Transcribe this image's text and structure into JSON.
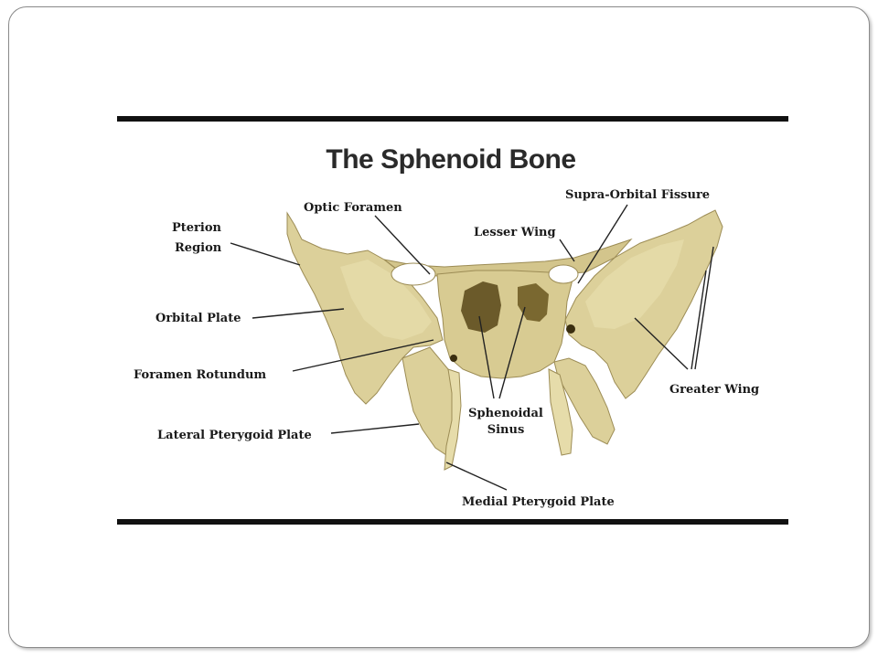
{
  "title": "The Sphenoid Bone",
  "colors": {
    "bone": "#dcd09a",
    "bone_shadow": "#b9a96a",
    "bone_dark": "#6b5a2a",
    "frame": "#8a8a8a",
    "rule": "#111111"
  },
  "labels": {
    "pterion_line1": "Pterion",
    "pterion_line2": "Region",
    "optic_foramen": "Optic Foramen",
    "supra_orbital_fissure": "Supra-Orbital Fissure",
    "lesser_wing": "Lesser Wing",
    "orbital_plate": "Orbital Plate",
    "foramen_rotundum": "Foramen Rotundum",
    "greater_wing": "Greater Wing",
    "sphenoidal_line1": "Sphenoidal",
    "sphenoidal_line2": "Sinus",
    "lateral_pterygoid_plate": "Lateral Pterygoid Plate",
    "medial_pterygoid_plate": "Medial Pterygoid Plate"
  }
}
